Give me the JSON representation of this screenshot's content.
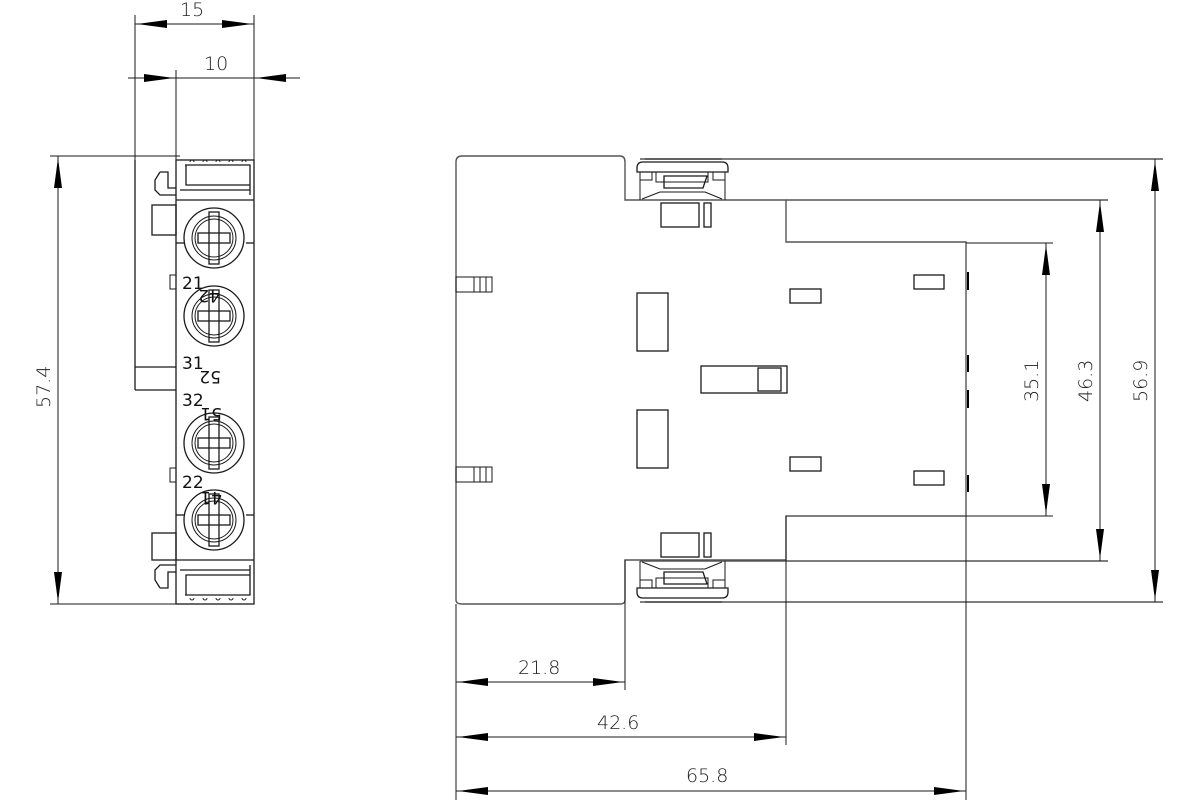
{
  "drawing": {
    "type": "technical dimension drawing",
    "side_view": {
      "dimensions": {
        "width_total": "15",
        "width_inner": "10",
        "height": "57.4"
      },
      "terminal_labels": {
        "top_left": "21",
        "top_right": "42",
        "upper_mid_left": "31",
        "upper_mid_right": "52",
        "lower_mid_left": "32",
        "lower_mid_right": "51",
        "bottom_left": "22",
        "bottom_right": "41"
      }
    },
    "front_view": {
      "dimensions": {
        "width_1": "21.8",
        "width_2": "42.6",
        "width_3": "65.8",
        "height_1": "35.1",
        "height_2": "46.3",
        "height_3": "56.9"
      }
    }
  }
}
